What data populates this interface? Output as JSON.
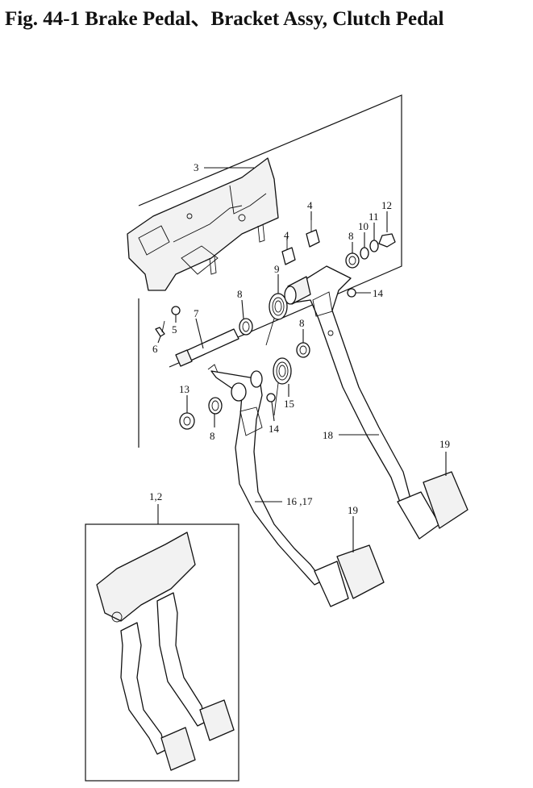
{
  "title": "Fig. 44-1  Brake Pedal、Bracket Assy, Clutch Pedal",
  "callouts": {
    "c3": "3",
    "c4a": "4",
    "c4b": "4",
    "c8a": "8",
    "c10": "10",
    "c11": "11",
    "c12": "12",
    "c9": "9",
    "c14a": "14",
    "c8b": "8",
    "c7": "7",
    "c5": "5",
    "c6": "6",
    "c8c": "8",
    "c13": "13",
    "c8d": "8",
    "c15": "15",
    "c14b": "14",
    "c18": "18",
    "c19a": "19",
    "c1617": "16 ,17",
    "c12b": "1,2",
    "c19b": "19"
  }
}
